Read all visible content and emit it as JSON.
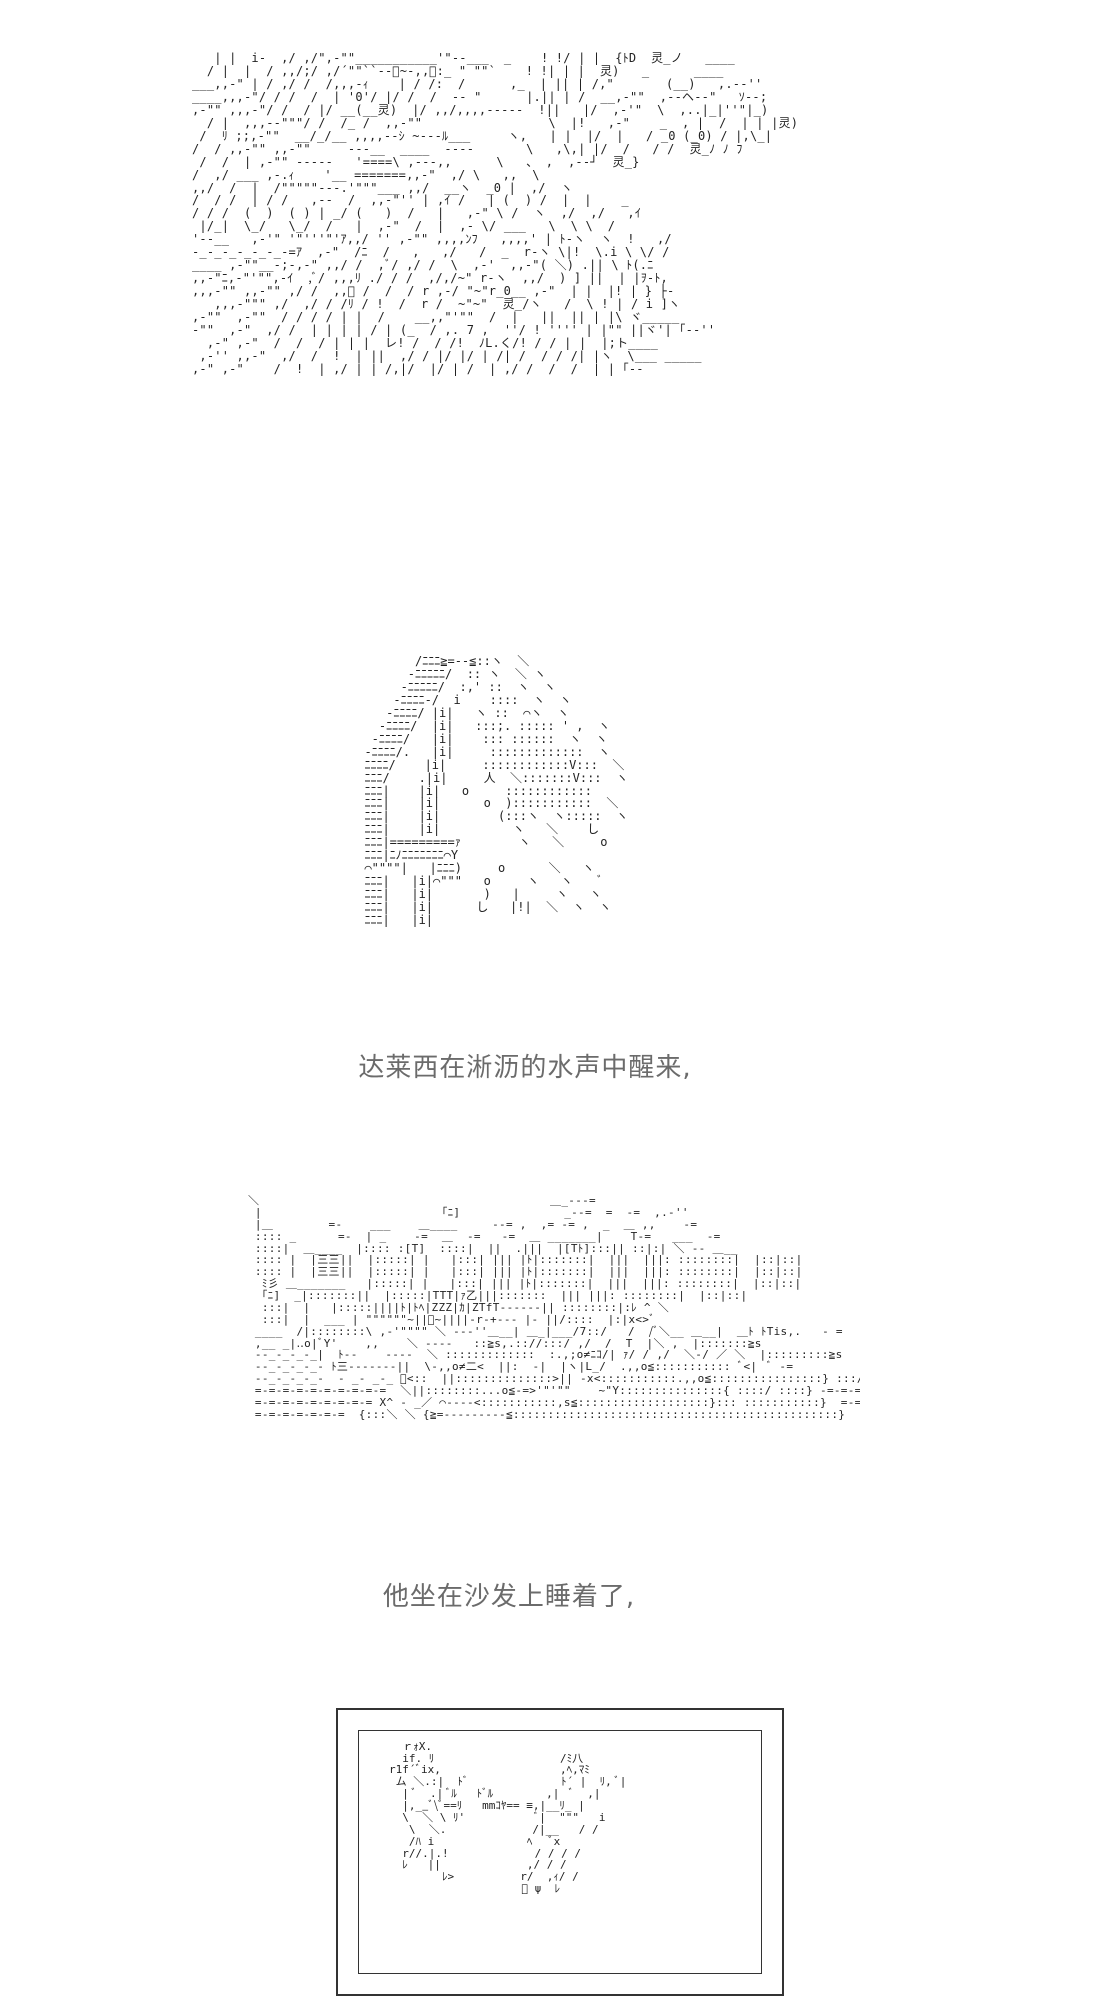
{
  "captions": {
    "first": "达莱西在淅沥的水声中醒来,",
    "second": "他坐在沙发上睡着了,"
  },
  "art": {
    "panel1": "   | |  i-  ,/ ,/\",-\"\"___________'\"--___  _    ! !/ | |  {ﾄD  灵_ノ   ____\n  / |  |  / ,,/;/ ,/´\"\"``--ﾞ~-,,ﾞ:_ \" \"\"`    ! !| | |  灵)   _      ____\n___,,-\" | / ,/ /  /,,,-ｨ    | / /:  /      ,_  | || | /,\"       (__)   ,.--''\n____,,,-\"/ / /  /  | '0'/ |/ /  /  -- \"      |.|| | /  __,-\"\"  ,--ヘ--\"   ｿ--;\n,-\"\" ,,,-\"/ /  / |/ __(__灵)  |/ ,,/,,,,-----  !||   |/  ,-'\"  \\  ,..|_|''\"|_)\n  / |  ,,,--\"\"\"/ /  /_ /  ,,-\"\"                 \\  |!   ,-\"    _  , |  /  | | |灵)\n /  ﾘ ;;,-\"\"  __/_/__ ,,,,--ｼ ~---ﾙ___     ヽ,   | |  |/  |   / _0 (_0) / |,\\_|\n/  / ,,-\"\" ,,-\"\"     ---__  ____  ----       \\   ,\\,| |/  /   / /  灵_ﾉ ﾉ ﾌ\n /  /  | ,-\"\" -----   '====\\ ,--‐,,      \\   、 ,  ,--┘  灵_}\n/  ,/ ___ ,-.ｨ    '__ =======,,-\"  ,/ \\   ,,  \\\n,,/  /  |  /\"\"\"\"\"---.'\"\"\"___ ,,/  __ヽ  _0 |  ,/  ヽ\n/  / /  | / /   ,--  /  ,,-\"'' | ,ｲ /   | (  ) /  |  |    _\n/ / /  (  )  ( ) | _/ (   )  /   |   ,-\" \\ /  ヽ  ,/  ,/   ,ｲ\n |/_|  \\_/   \\_/  /   |  ,-\"  /  |  ,- \\/ ___   \\  \\ \\  /\n'--__   ,-'\" '\"'''\"'ｱ,,/ '' ,-\"\" ,,,,ﾝﾌ   ,,,,' | ﾄ-ヽ  ヽ  !   ,/\n-_-_-_-_-_-_-=ｱ  ,-\"  /ﾆ  /   ,   ,/   /  _  r-ヽ \\|!  \\.i \\ \\/ /\n____ ,-\"\"__-;-,-\" ,,/ /  ,ﾞ/ ,/ /  \\  ,-'  ,,-\"( ＼) .|| \\ ﾄ(.ﾆ\n,,-\"ﾆ,-\"'\"\",-ｲ  ,ﾞ/ ,,,ﾘ ./ / /  ,/,/~\" r-ヽ  ,,/  ) ] ||  | |ｦ-ﾄ,\n,,,-\"\" ,,-\"\" ,/ /  ,,ﾞ /  /  / r ,-/ \"~\"r_0__ ,-\"  | |  |! | } ├-\n   ,,,-\"\"\" ,/  ,/ / /ﾘ / !  /  r /  ~\"~\"  灵_/ヽ   /  \\ ! | / i ]ヽ\n,-\"\"  ,-\"\"  / / / / | |  /    __,,\"'\"\"  /  |   ||  || | |\\ ヾ_____\n-\"\"  ,-\"  ,/ /  | | | | / | (_  / ,. 7 ,  ''/ ! '''' | |\"\" ||ヾ'| ｢--''\n  ,-\" ,-\"  /  /  / | | |  レ! /  / /!  ﾉL.く/! / / | |  |;ト____\n ,-'' ,,-\"  ,/  /  !  | ||  ,/ / |/ |/ | /| /  / / /| |ヽ  \\___ _____\n,-\" ,-\"    /  !  | ,/ | | /,|/  |/ | /  | ,/ /  /  /  | | ｢--    ",
    "panel2": "         /ﾆﾆﾆ≧=--≦::ヽ  ＼\n        -ﾆﾆﾆﾆﾆ/  :: ヽ  ＼ ヽ\n       -ﾆﾆﾆﾆﾆ/  :,' ::  ヽ  ヽ\n      -ﾆﾆﾆﾆ-/  i    ::::  ヽ  ヽ\n     -ﾆﾆﾆﾆ/ |i|   ヽ ::  ⌒ヽ  ヽ\n    ‐ﾆﾆﾆﾆ/  |i|   :::;. ::::: ' ,  ヽ\n   -ﾆﾆﾆﾆ/   |i|    ::: ::::::  ヽ  ヽ\n  -ﾆﾆﾆﾆ/.   |i|     :::::::::::::  ヽ\n  ﾆﾆﾆﾆ/    |i|     ::::::::::::V:::  ＼\n  ﾆﾆﾆ/    .|i|     人  ＼:::::::V:::  ヽ\n  ﾆﾆﾆ|    |i|   o     ::::::::::::\n  ﾆﾆﾆ|    |i|      o  ):::::::::::  ＼\n  ﾆﾆﾆ|    |i|        (:::ヽ  ヽ:::::  ヽ\n  ﾆﾆﾆ|    |i|          ヽ   ＼    し\n  ﾆﾆﾆ|=========ｧ        ヽ   ＼     o\n  ﾆﾆﾆ|ﾆﾉﾆﾆﾆﾆﾆﾆﾆ⌒Y\n  ⌒\"\"\"\"|   |ﾆﾆﾆ)     o      ＼   ヽ\n  ﾆﾆﾆ|   |i|⌒\"\"\"   o     ヽ   ヽ    ﾞ\n  ﾆﾆﾆ|   |i|       )   |     ヽ   ヽ\n  ﾆﾆﾆ|   |i|      し   |!|  ＼  ヽ  ヽ\n  ﾆﾆﾆ|   |i|",
    "panel3": "＼                                          ＿_-‐‐=\n |                          ｢ﾆ]               _-‐=  =  ‐=  ,.‐''\n |＿        =-    ___    ＿____     -‐= ,  ,= ‐= ,  _  ＿ ,,    ‐=\n :::: _      =‐  | _    ‐=  ＿  ‐=   ‐=  ＿ _______|    T‐=   ___  ‐=\n ::::|  ＿____  |:::: :[T]  ::::|  ||  .|||  |[Tﾄ]:::|| ::|:| ＼ ‐- ＿__\n :::: |  |三三||  |:::::| |   |:::| ||| |ﾄ|:::::::|  |||  |||: ::::::::|  |::|::|\n :::: |  |三三||  |:::::| |   |:::| ||| |ﾄ|:::::::|  |||  |||: ::::::::|  |::|::|\n  ﾐ彡 ＿_______   |:::::| |   |:::| ||| |ﾄ|:::::::|  |||  |||: ::::::::|  |::|::|\n  ｢ﾆ]  _|:::::::||  |:::::|TTT|ｧ乙|||:::::::  ||| |||: ::::::::|  |::|::|\n  :::|  |   |:::::||||ﾄ|ﾄﾍ|ZZZ|ｶ|ZTfT‐‐‐‐‐-|| ::::::::|:ﾚ ^ ＼\n  :::|  |  ___ | \"\"\"\"\"\"~||ﾞ~||||-r‐+‐‐‐ |‐ ||/::::  |:|x<>ﾞ\n ____  /|::::::::\\ ,-'\"\"\"\" ＼ -‐-''＿__| ＿_|___/7::/   /  /ﾞ＼__ ＿__|  ＿ﾄ ﾄTis,.   ‐ =\n ,__ _|‥o|ﾞY'    ,,    ＼ ‐‐‐‐   ::≧s,.:://:::/ ,/  /  T  |＼ ,  |:::::::≧s\n ‐‐_‐_‐_‐_|  ﾄ‐‐    ‐‐‐‐  ＼ :::::::::::::  :.,;o≠ﾆｺ/| ｧ/ / ,/  ＼‐/ ／ ＼  |:::::::::≧s\n ‐‐_‐_‐_‐_‐ ﾄ三‐‐‐‐‐‐‐||  \\-,,o≠二<  ||:  ‐|  |ヽ|L_/  .,,o≦::::::::::: ﾞ<|  ﾞ ‐=\n ‐‐_‐_‐_‐_‐  ‐ _‐ _‐_ ﾞ<::  ||::::::::::::::>|| ‐x<:::::::::::.,,o≦::::::::::::::::} ::://|  ≧s,.\n =‐=‐=‐=‐=‐=‐=‐=‐=‐=  ＼||::::::::...o≦‐=>'\"'\"\"    ~\"Y:::::::::::::::{ ::::/ ::::} ‐=‐=‐=\n =‐=‐=‐=‐=‐=‐=‐=‐= X^ ‐ _／ ⌒‐‐‐‐<:::::::::::,s≦:::::::::::::::::::}::: :::::::::::}  =‐=‐=\n =‐=‐=‐=‐=‐=‐=  {:::＼ ＼ {≧=‐‐‐‐‐‐‐‐‐≦:::::::::::::::::::::::::::::::::::::::::::::::}  ‐=‐=‐=",
    "panel4": "\n\n\n          ｒｫX.\n          if. ﾘ                   /ﾐ八\n        r1f´ﾞix,                  ,ﾍ,ﾏﾐ\n         ム ＼.:|  ﾄﾞ              ﾄ´ |  ﾘ, ﾞ|\n          | ﾞ  .| ﾞﾙ   ﾄﾞﾙ        ,|  ﾞ  ,|\n          |,__ﾞ\\ﾞ==ﾘ   mmｺﾔ== ≡,|__ﾘ_ |\n          \\  ＼ \\ ﾘ'           ﾞ|  \"\"\"   i\n           \\  ＼.             /|__   / /\n           /ﾊ i              ﾍ   ﾞx\n          r//.|.!             / / / /\n          ﾚ   ||             ,/ / /\n                ﾚ>          r/  ,ｨ/ /\n                            ﾞ ψ  ﾚ"
  }
}
